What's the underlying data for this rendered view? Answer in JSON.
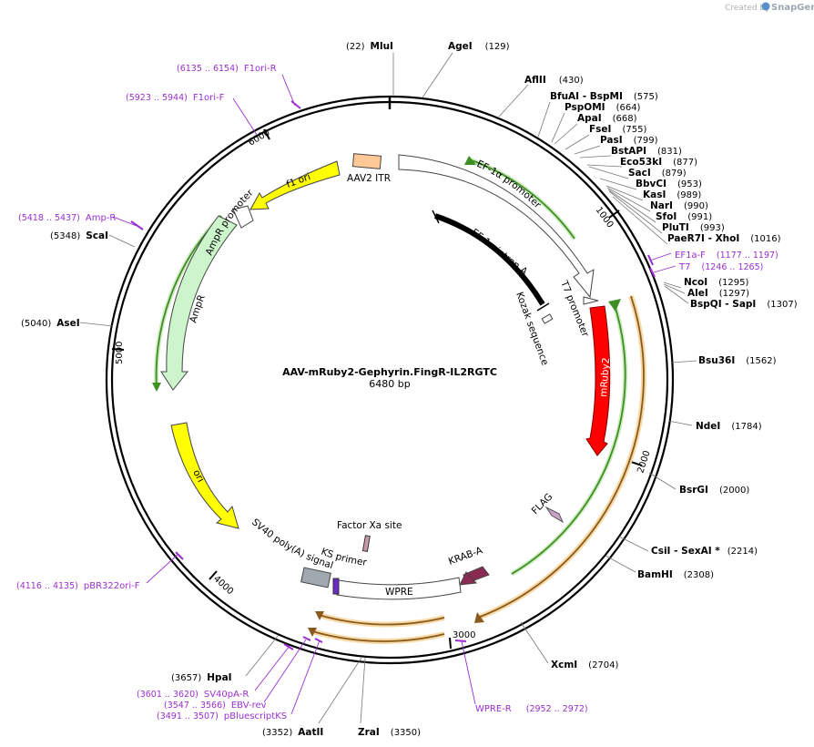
{
  "header": {
    "credit": "Created by",
    "brand": "SnapGene"
  },
  "plasmid": {
    "name": "AAV-mRuby2-Gephyrin.FingR-IL2RGTC",
    "size_text": "6480 bp",
    "length": 6480,
    "ticks": [
      1000,
      2000,
      3000,
      4000,
      5000,
      6000
    ]
  },
  "sites": [
    {
      "name": "MluI",
      "pos": "(22)"
    },
    {
      "name": "AgeI",
      "pos": "(129)"
    },
    {
      "name": "AflII",
      "pos": "(430)"
    },
    {
      "name": "BfuAI  - BspMI",
      "pos": "(575)"
    },
    {
      "name": "PspOMI",
      "pos": "(664)"
    },
    {
      "name": "ApaI",
      "pos": "(668)"
    },
    {
      "name": "FseI",
      "pos": "(755)"
    },
    {
      "name": "PasI",
      "pos": "(799)"
    },
    {
      "name": "BstAPI",
      "pos": "(831)"
    },
    {
      "name": "Eco53kI",
      "pos": "(877)"
    },
    {
      "name": "SacI",
      "pos": "(879)"
    },
    {
      "name": "BbvCI",
      "pos": "(953)"
    },
    {
      "name": "KasI",
      "pos": "(989)"
    },
    {
      "name": "NarI",
      "pos": "(990)"
    },
    {
      "name": "SfoI",
      "pos": "(991)"
    },
    {
      "name": "PluTI",
      "pos": "(993)"
    },
    {
      "name": "PaeR7I  - XhoI",
      "pos": "(1016)"
    },
    {
      "name": "NcoI",
      "pos": "(1295)"
    },
    {
      "name": "AleI",
      "pos": "(1297)"
    },
    {
      "name": "BspQI  - SapI",
      "pos": "(1307)"
    },
    {
      "name": "Bsu36I",
      "pos": "(1562)"
    },
    {
      "name": "NdeI",
      "pos": "(1784)"
    },
    {
      "name": "BsrGI",
      "pos": "(2000)"
    },
    {
      "name": "CsiI  - SexAI *",
      "pos": "(2214)"
    },
    {
      "name": "BamHI",
      "pos": "(2308)"
    },
    {
      "name": "XcmI",
      "pos": "(2704)"
    },
    {
      "name": "ZraI",
      "pos": "(3350)"
    },
    {
      "name": "AatII",
      "pos": "(3352)"
    },
    {
      "name": "HpaI",
      "pos": "(3657)"
    },
    {
      "name": "AseI",
      "pos": "(5040)"
    },
    {
      "name": "ScaI",
      "pos": "(5348)"
    }
  ],
  "primers": [
    {
      "name": "F1ori-R",
      "range": "(6135 .. 6154)"
    },
    {
      "name": "F1ori-F",
      "range": "(5923 .. 5944)"
    },
    {
      "name": "Amp-R",
      "range": "(5418 .. 5437)"
    },
    {
      "name": "EF1a-F",
      "range": "(1177 .. 1197)"
    },
    {
      "name": "T7",
      "range": "(1246 .. 1265)"
    },
    {
      "name": "WPRE-R",
      "range": "(2952 .. 2972)"
    },
    {
      "name": "pBR322ori-F",
      "range": "(4116 .. 4135)"
    },
    {
      "name": "SV40pA-R",
      "range": "(3601 .. 3620)"
    },
    {
      "name": "EBV-rev",
      "range": "(3547 .. 3566)"
    },
    {
      "name": "pBluescriptKS",
      "range": "(3491 .. 3507)"
    }
  ],
  "features": [
    {
      "name": "AAV2 ITR",
      "color": "#ffc896"
    },
    {
      "name": "EF-1α promoter",
      "color": "#ffffff"
    },
    {
      "name": "EF-1α intron A",
      "color": "#000000"
    },
    {
      "name": "Kozak sequence",
      "color": "#ffffff"
    },
    {
      "name": "T7 promoter",
      "color": "#ffffff"
    },
    {
      "name": "mRuby2",
      "color": "#ff0000"
    },
    {
      "name": "FLAG",
      "color": "#c8a0c8"
    },
    {
      "name": "KRAB-A",
      "color": "#8b2a52"
    },
    {
      "name": "WPRE",
      "color": "#ffffff"
    },
    {
      "name": "KS primer",
      "color": "#6a2bc7"
    },
    {
      "name": "Factor Xa site",
      "color": "#c89aa8"
    },
    {
      "name": "SV40 poly(A) signal",
      "color": "#a0a8b0"
    },
    {
      "name": "ori",
      "color": "#ffff00"
    },
    {
      "name": "AmpR",
      "color": "#ccf5cc"
    },
    {
      "name": "AmpR promoter",
      "color": "#ffffff"
    },
    {
      "name": "f1 ori",
      "color": "#ffff00"
    }
  ],
  "colors": {
    "backbone": "#000000",
    "orf": "#47b030",
    "orf_alt": "#e5a33a",
    "primer": "#9b2fd0",
    "connector": "#777777"
  }
}
